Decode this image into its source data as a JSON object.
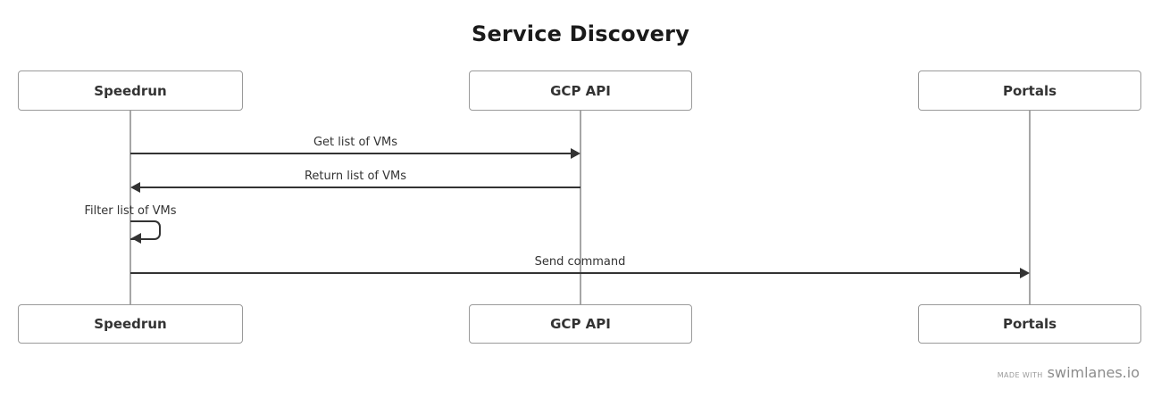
{
  "title": "Service Discovery",
  "actors": [
    {
      "name": "Speedrun"
    },
    {
      "name": "GCP API"
    },
    {
      "name": "Portals"
    }
  ],
  "messages": [
    {
      "label": "Get list of VMs",
      "from": "Speedrun",
      "to": "GCP API",
      "direction": "right",
      "style": "solid"
    },
    {
      "label": "Return list of VMs",
      "from": "GCP API",
      "to": "Speedrun",
      "direction": "left",
      "style": "solid"
    },
    {
      "label": "Filter list of VMs",
      "from": "Speedrun",
      "to": "Speedrun",
      "direction": "self",
      "style": "solid"
    },
    {
      "label": "Send command",
      "from": "Speedrun",
      "to": "Portals",
      "direction": "right",
      "style": "solid"
    }
  ],
  "footer": {
    "made_with": "MADE WITH",
    "brand": "swimlanes.io"
  },
  "colors": {
    "arrow": "#333333",
    "lifeline": "#a6a6a6",
    "box_border": "#9a9a9a",
    "title_text": "#1a1a1a",
    "label_text": "#333333",
    "footer_text": "#8c8c8c",
    "background": "#ffffff"
  }
}
